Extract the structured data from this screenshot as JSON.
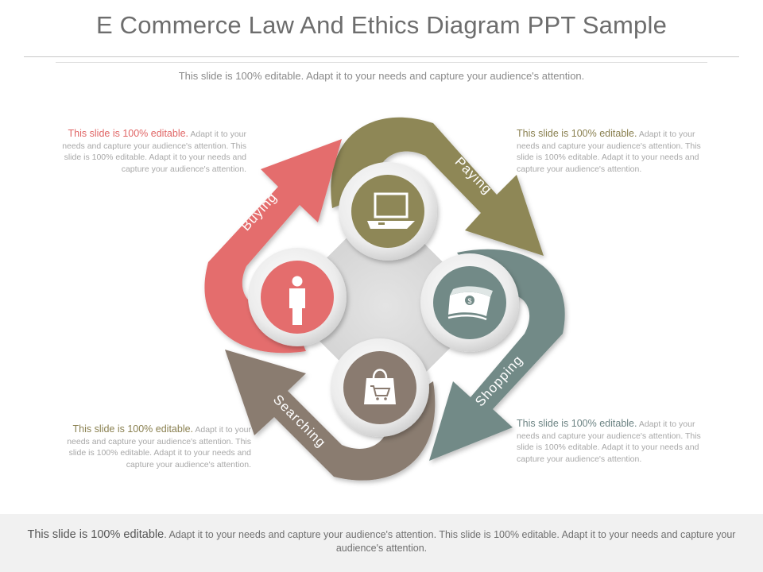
{
  "title": "E Commerce Law And Ethics Diagram PPT Sample",
  "subtitle": "This slide is 100% editable. Adapt it to your needs and capture your audience's attention.",
  "colors": {
    "buying": "#e46d6d",
    "paying": "#8e8757",
    "shopping": "#728a87",
    "searching": "#8a7b70",
    "center": "#dedede"
  },
  "stages": [
    {
      "label": "Buying",
      "icon": "person-icon"
    },
    {
      "label": "Paying",
      "icon": "laptop-icon"
    },
    {
      "label": "Shopping",
      "icon": "money-icon"
    },
    {
      "label": "Searching",
      "icon": "shopping-bag-icon"
    }
  ],
  "notes": {
    "top_left": {
      "lead": "This slide is 100% editable.",
      "body": " Adapt it to your needs and capture your audience's attention. This slide is 100% editable. Adapt it to your needs and capture your audience's attention."
    },
    "top_right": {
      "lead": "This slide is 100% editable.",
      "body": " Adapt it to your needs and capture your audience's attention. This slide is 100% editable. Adapt it to your needs and capture your audience's attention."
    },
    "bottom_left": {
      "lead": "This slide is 100% editable.",
      "body": " Adapt it to your needs and capture your audience's attention. This slide is 100% editable. Adapt it to your needs and capture your audience's attention."
    },
    "bottom_right": {
      "lead": "This slide is 100% editable.",
      "body": " Adapt it to your needs and capture your audience's attention. This slide is 100% editable. Adapt it to your needs and capture your audience's attention."
    }
  },
  "footer": {
    "lead": "This slide is 100% editable",
    "body": ". Adapt it to your needs and capture your audience's attention. This slide is 100% editable. Adapt it to your needs and capture your audience's attention."
  }
}
